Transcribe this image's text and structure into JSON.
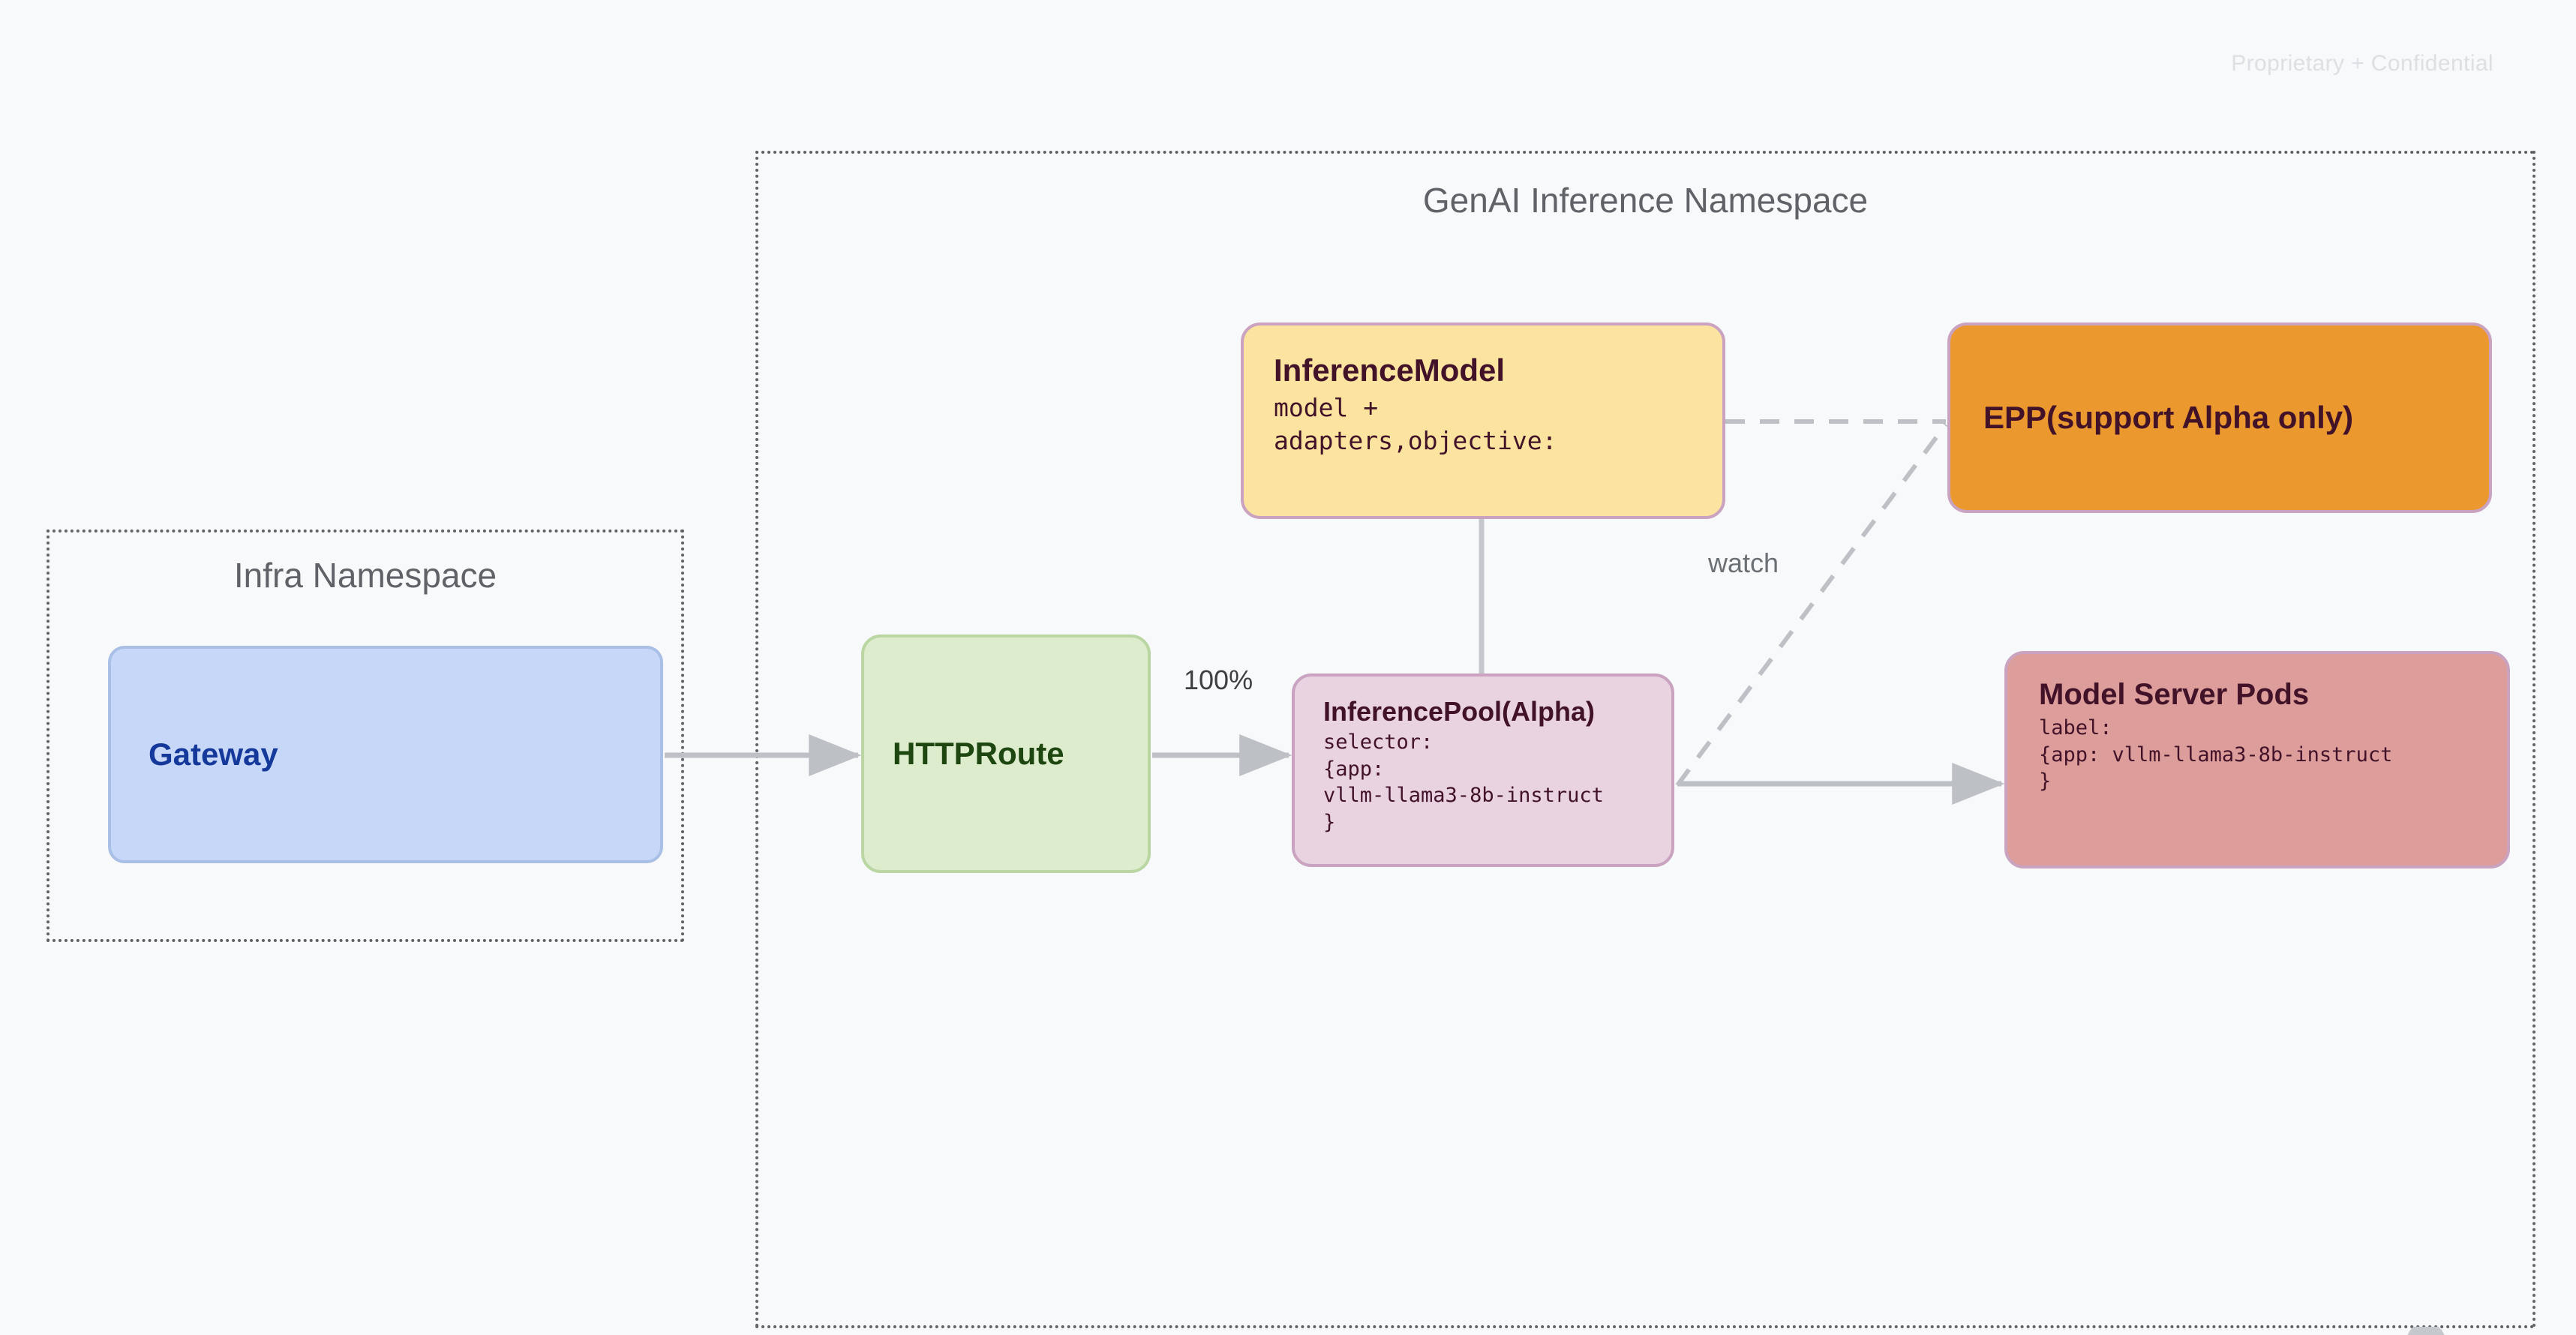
{
  "page": {
    "background_color": "#f7f9fa",
    "confidential_notice": "Proprietary + Confidential"
  },
  "namespaces": [
    {
      "id": "infra",
      "title": "Infra Namespace",
      "border_style": "dotted",
      "border_color": "#5f6368"
    },
    {
      "id": "genai",
      "title": "GenAI Inference Namespace",
      "border_style": "dotted",
      "border_color": "#5f6368"
    }
  ],
  "nodes": {
    "gateway": {
      "title": "Gateway",
      "fill": "#c6d7f7",
      "text_color": "#14399b",
      "namespace": "infra"
    },
    "httproute": {
      "title": "HTTPRoute",
      "fill": "#dceccd",
      "text_color": "#1e4610",
      "namespace": "genai"
    },
    "inferencemodel": {
      "title": "InferenceModel",
      "detail": "model +\nadapters,objective:",
      "fill": "#fae4a0",
      "text_color": "#421229",
      "namespace": "genai"
    },
    "inferencepool": {
      "title": "InferencePool(Alpha)",
      "detail": "selector:\n{app:\nvllm-llama3-8b-instruct\n}",
      "fill": "#e9d3e1",
      "text_color": "#421229",
      "namespace": "genai"
    },
    "epp": {
      "title": "EPP(support Alpha only)",
      "fill": "#eb982f",
      "text_color": "#421229",
      "namespace": "genai"
    },
    "pods": {
      "title": "Model Server Pods",
      "detail": "label:\n{app: vllm-llama3-8b-instruct\n}",
      "fill": "#dd9d9b",
      "text_color": "#421229",
      "namespace": "genai"
    }
  },
  "edges": [
    {
      "id": "gateway-to-httproute",
      "from": "gateway",
      "to": "httproute",
      "style": "solid",
      "arrow": true,
      "label": ""
    },
    {
      "id": "httproute-to-inferencepool",
      "from": "httproute",
      "to": "inferencepool",
      "style": "solid",
      "arrow": true,
      "label": "100%"
    },
    {
      "id": "inferencemodel-to-inferencepool",
      "from": "inferencemodel",
      "to": "inferencepool",
      "style": "solid",
      "arrow": false,
      "label": ""
    },
    {
      "id": "inferencemodel-to-epp",
      "from": "inferencemodel",
      "to": "epp",
      "style": "dashed",
      "arrow": false,
      "label": ""
    },
    {
      "id": "inferencepool-to-epp",
      "from": "inferencepool",
      "to": "epp",
      "style": "dashed",
      "arrow": false,
      "label": "watch"
    },
    {
      "id": "inferencepool-to-pods",
      "from": "inferencepool",
      "to": "pods",
      "style": "solid",
      "arrow": true,
      "label": ""
    }
  ],
  "edge_labels": {
    "traffic_weight": "100%",
    "watch": "watch"
  },
  "colors": {
    "edge_stroke": "#bdc1c6",
    "namespace_border": "#5f6368",
    "node_border": "#c9a3c0"
  }
}
